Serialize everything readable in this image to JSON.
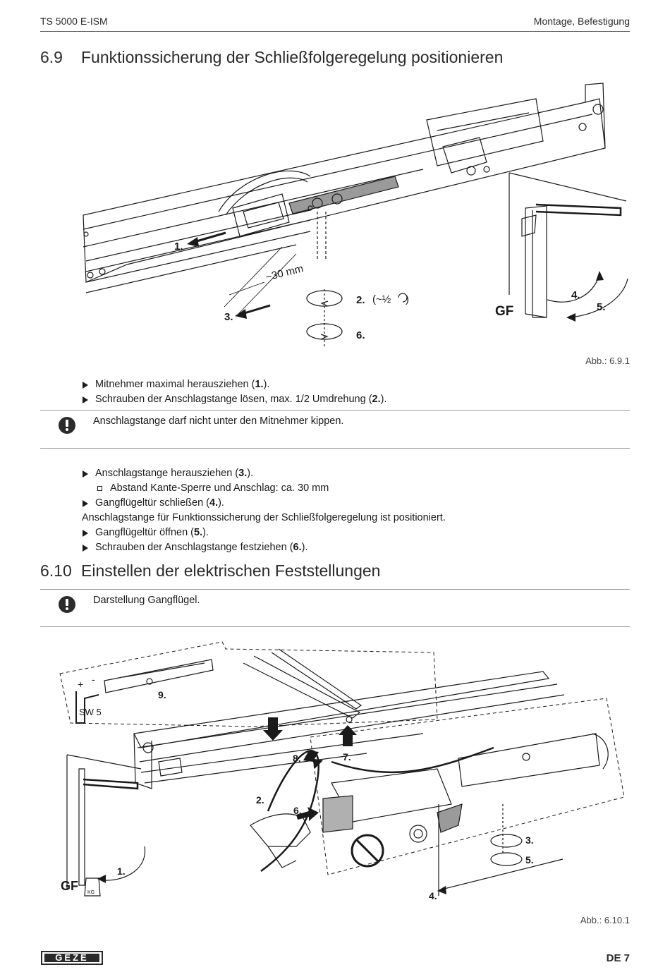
{
  "header": {
    "left": "TS 5000 E-ISM",
    "right": "Montage, Befestigung"
  },
  "section_69": {
    "number": "6.9",
    "title": "Funktionssicherung der Schließfolgeregelung positionieren",
    "figure": {
      "labels": {
        "step1": "1.",
        "step2": "2.",
        "step2_hint": "(~½",
        "step2_close": ")",
        "step3": "3.",
        "step4": "4.",
        "step5": "5.",
        "step6": "6.",
        "distance": "~30 mm",
        "gf": "GF"
      },
      "caption": "Abb.: 6.9.1"
    },
    "steps_a": [
      {
        "text": "Mitnehmer maximal herausziehen (",
        "ref": "1.",
        "end": ")."
      },
      {
        "text": "Schrauben der Anschlagstange lösen, max. 1/2 Umdrehung (",
        "ref": "2.",
        "end": ")."
      }
    ],
    "warning": "Anschlagstange darf nicht unter den Mitnehmer kippen.",
    "steps_b": {
      "s1": {
        "text": "Anschlagstange herausziehen (",
        "ref": "3.",
        "end": ")."
      },
      "s1_sub": "Abstand Kante-Sperre und Anschlag: ca. 30 mm",
      "s2": {
        "text": "Gangflügeltür schließen (",
        "ref": "4.",
        "end": ")."
      },
      "result": "Anschlagstange für Funktionssicherung der Schließfolgeregelung ist positioniert.",
      "s3": {
        "text": "Gangflügeltür öffnen (",
        "ref": "5.",
        "end": ")."
      },
      "s4": {
        "text": "Schrauben der Anschlagstange festziehen (",
        "ref": "6.",
        "end": ")."
      }
    }
  },
  "section_610": {
    "number": "6.10",
    "title": "Einstellen der elektrischen Feststellungen",
    "warning": "Darstellung Gangflügel.",
    "figure": {
      "labels": {
        "plus": "+",
        "minus": "-",
        "sw": "SW 5",
        "step1": "1.",
        "step2": "2.",
        "step3": "3.",
        "step4": "4.",
        "step5": "5.",
        "step6": "6.",
        "step7": "7.",
        "step8": "8.",
        "step9": "9.",
        "gf": "GF",
        "kg": "KG"
      },
      "caption": "Abb.: 6.10.1"
    }
  },
  "footer": {
    "logo": "GEZE",
    "page": "DE 7"
  }
}
